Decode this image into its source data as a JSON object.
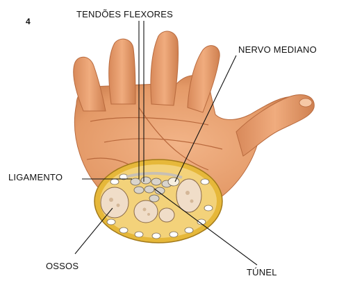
{
  "figure": {
    "number": "4",
    "labels": {
      "flexor_tendons": "TENDÕES FLEXORES",
      "median_nerve": "NERVO MEDIANO",
      "ligament": "LIGAMENTO",
      "bones": "OSSOS",
      "tunnel": "TÚNEL"
    }
  },
  "colors": {
    "skin": "#e8a070",
    "skin_shadow": "#c97a4c",
    "section_outline": "#e0b030",
    "bone": "#f0ddc8",
    "leader_line": "#111111"
  }
}
